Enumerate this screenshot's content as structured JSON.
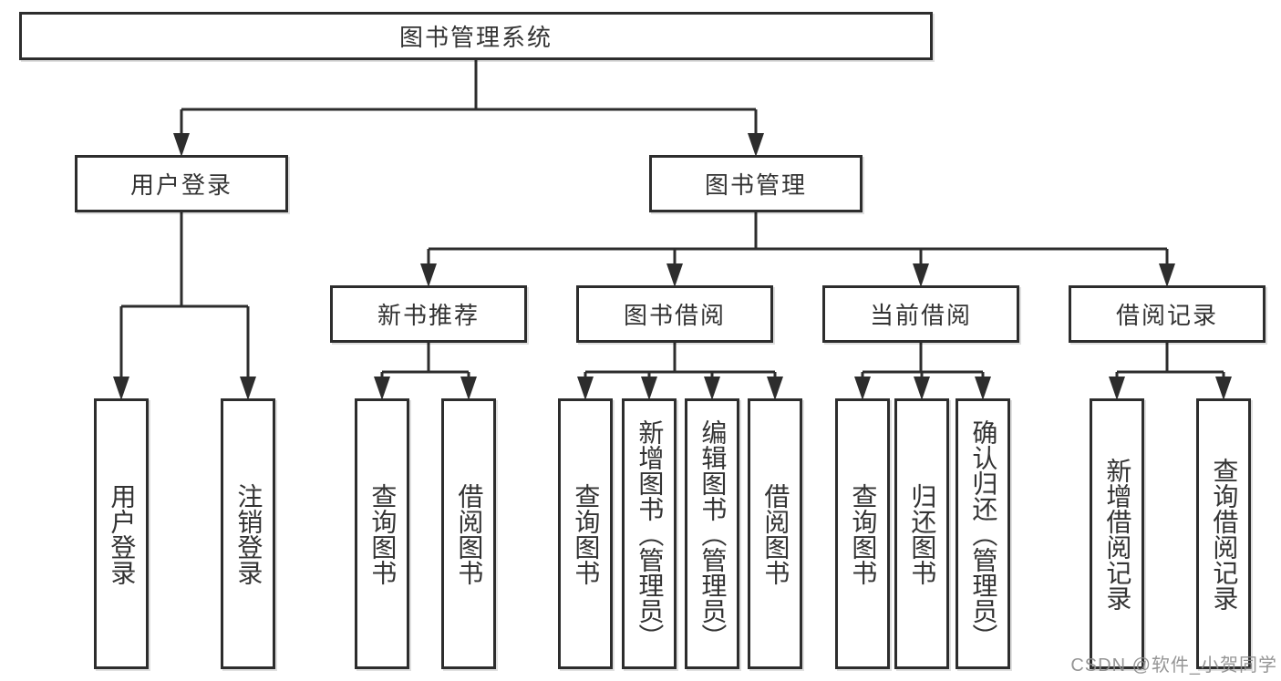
{
  "diagram": {
    "title": "图书管理系统",
    "root": {
      "label": "图书管理系统"
    },
    "level2": [
      {
        "label": "用户登录"
      },
      {
        "label": "图书管理"
      }
    ],
    "level3": [
      {
        "label": "新书推荐",
        "parent": "图书管理"
      },
      {
        "label": "图书借阅",
        "parent": "图书管理"
      },
      {
        "label": "当前借阅",
        "parent": "图书管理"
      },
      {
        "label": "借阅记录",
        "parent": "图书管理"
      }
    ],
    "level4": [
      {
        "label": "用户登录",
        "parent": "用户登录"
      },
      {
        "label": "注销登录",
        "parent": "用户登录"
      },
      {
        "label": "查询图书",
        "parent": "新书推荐"
      },
      {
        "label": "借阅图书",
        "parent": "新书推荐"
      },
      {
        "label": "查询图书",
        "parent": "图书借阅"
      },
      {
        "label": "新增图书（管理员）",
        "parent": "图书借阅"
      },
      {
        "label": "编辑图书（管理员）",
        "parent": "图书借阅"
      },
      {
        "label": "借阅图书",
        "parent": "图书借阅"
      },
      {
        "label": "查询图书",
        "parent": "当前借阅"
      },
      {
        "label": "归还图书",
        "parent": "当前借阅"
      },
      {
        "label": "确认归还（管理员）",
        "parent": "当前借阅"
      },
      {
        "label": "新增借阅记录",
        "parent": "借阅记录"
      },
      {
        "label": "查询借阅记录",
        "parent": "借阅记录"
      }
    ]
  },
  "watermark": {
    "text": "CSDN @软件_小贺同学"
  },
  "colors": {
    "line": "#2d2d2d",
    "border": "#2d2d2d",
    "text": "#333333",
    "watermark_text": "#8d8d8d",
    "background": "#ffffff"
  }
}
